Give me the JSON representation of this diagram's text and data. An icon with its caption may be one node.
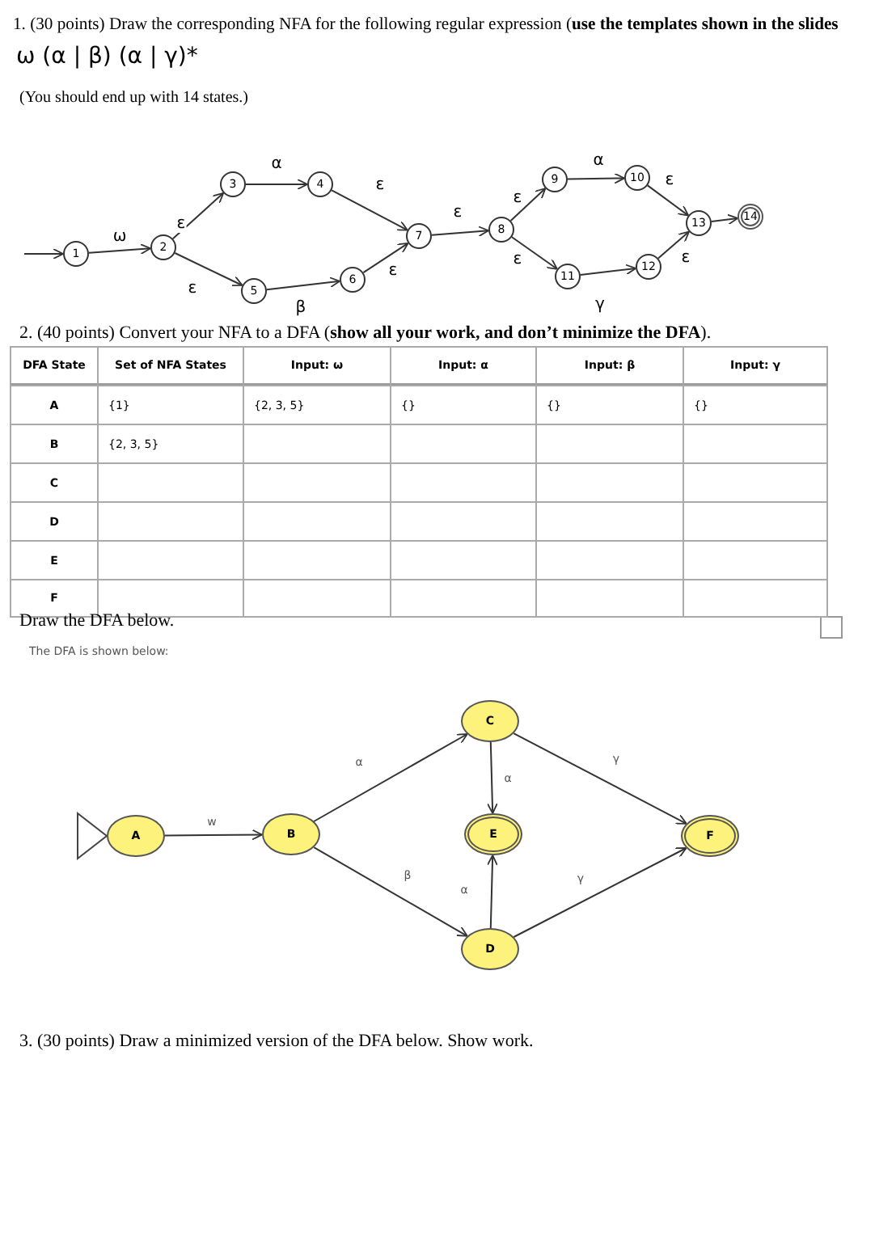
{
  "diagram": {
    "nodes": [
      {
        "text": [
          "1"
        ]
      },
      {
        "text": [
          "2"
        ]
      },
      {
        "text": [
          "3"
        ]
      },
      {
        "text": [
          "4"
        ]
      },
      {
        "text": [
          "5"
        ]
      },
      {
        "text": [
          "6"
        ]
      },
      {
        "text": [
          "7"
        ]
      },
      {
        "text": [
          "8"
        ]
      },
      {
        "text": [
          "9"
        ]
      },
      {
        "text": [
          "10"
        ]
      },
      {
        "text": [
          "11"
        ]
      },
      {
        "text": [
          "12"
        ]
      },
      {
        "text": [
          "13"
        ]
      },
      {
        "text": [
          "14"
        ]
      },
      {
        "text": [
          "A"
        ]
      },
      {
        "text": [
          "B"
        ]
      },
      {
        "text": [
          "C"
        ]
      },
      {
        "text": [
          "D"
        ]
      },
      {
        "text": [
          "E"
        ]
      },
      {
        "text": [
          "F"
        ]
      }
    ],
    "edges": [
      {
        "from": null,
        "to": 0,
        "arrow": "to"
      },
      {
        "from": 0,
        "to": 1,
        "arrow": "to",
        "label": "ω"
      },
      {
        "from": 1,
        "to": 2,
        "arrow": "to",
        "label": "ε"
      },
      {
        "from": 1,
        "to": 4,
        "arrow": "to",
        "label": "ε"
      },
      {
        "from": 2,
        "to": 3,
        "arrow": "to",
        "label": "α"
      },
      {
        "from": 4,
        "to": 5,
        "arrow": "to",
        "label": "β"
      },
      {
        "from": 3,
        "to": 6,
        "arrow": "to",
        "label": "ε"
      },
      {
        "from": 5,
        "to": 6,
        "arrow": "to",
        "label": "ε"
      },
      {
        "from": 6,
        "to": 7,
        "arrow": "to",
        "label": "ε"
      },
      {
        "from": 7,
        "to": 8,
        "arrow": "to",
        "label": "ε"
      },
      {
        "from": 7,
        "to": 10,
        "arrow": "to",
        "label": "ε"
      },
      {
        "from": 8,
        "to": 9,
        "arrow": "to",
        "label": "α"
      },
      {
        "from": 10,
        "to": 11,
        "arrow": "to",
        "label": "γ"
      },
      {
        "from": 9,
        "to": 12,
        "arrow": "to",
        "label": "ε"
      },
      {
        "from": 11,
        "to": 12,
        "arrow": "to",
        "label": "ε"
      },
      {
        "from": 12,
        "to": 13,
        "arrow": "to"
      },
      {
        "from": 14,
        "to": 15,
        "arrow": "to",
        "label": "w"
      },
      {
        "from": 15,
        "to": 16,
        "arrow": "to",
        "label": "α"
      },
      {
        "from": 15,
        "to": 17,
        "arrow": "to",
        "label": "β"
      },
      {
        "from": 16,
        "to": 18,
        "arrow": "to",
        "label": "α"
      },
      {
        "from": 17,
        "to": 18,
        "arrow": "to",
        "label": "α"
      },
      {
        "from": 16,
        "to": 19,
        "arrow": "to",
        "label": "γ"
      },
      {
        "from": 17,
        "to": 19,
        "arrow": "to",
        "label": "γ"
      }
    ],
    "labels": [
      "1. (30 points) Draw the corresponding NFA for the following regular expression (**use the templates shown in the slides**",
      "ω (α | β) (α | γ)*",
      "(You should end up with 14 states.)",
      "2. (40 points) Convert your NFA to a DFA (**show all your work, and don’t minimize the DFA**).",
      "DFA State",
      "Set of NFA States",
      "Input: ω",
      "Input: α",
      "Input: β",
      "Input: γ",
      "A",
      "{1}",
      "{2, 3, 5}",
      "{}",
      "{}",
      "{}",
      "B",
      "{2, 3, 5}",
      "C",
      "D",
      "E",
      "F",
      "Draw the DFA below.",
      "The DFA is shown below:",
      "3. (30 points) Draw a minimized version of the DFA below. Show work."
    ]
  }
}
